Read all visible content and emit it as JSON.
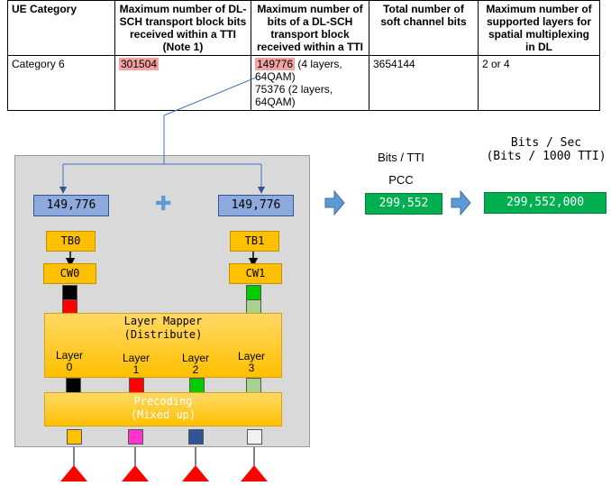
{
  "table": {
    "headers": [
      "UE Category",
      "Maximum number of DL-SCH transport block bits received within a TTI (Note 1)",
      "Maximum number of bits of a DL-SCH transport block received within a TTI",
      "Total number of soft channel bits",
      "Maximum number of supported layers for spatial multiplexing in DL"
    ],
    "row": {
      "category": "Category 6",
      "tb_bits_highlight": "301504",
      "max_bits_highlight": "149776",
      "max_bits_line1_rest": " (4 layers, 64QAM)",
      "max_bits_line2": "75376 (2 layers, 64QAM)",
      "soft_bits": "3654144",
      "layers": "2 or 4"
    }
  },
  "diagram": {
    "block_left": "149,776",
    "block_right": "149,776",
    "plus": "✚",
    "tb0": "TB0",
    "tb1": "TB1",
    "cw0": "CW0",
    "cw1": "CW1",
    "layer_mapper_line1": "Layer Mapper",
    "layer_mapper_line2": "(Distribute)",
    "layers": [
      {
        "label1": "Layer",
        "label2": "0",
        "color": "#000000"
      },
      {
        "label1": "Layer",
        "label2": "1",
        "color": "#ff0000"
      },
      {
        "label1": "Layer",
        "label2": "2",
        "color": "#00cc00"
      },
      {
        "label1": "Layer",
        "label2": "3",
        "color": "#a9d18e"
      }
    ],
    "cw0_colors": [
      "#000000",
      "#ff0000"
    ],
    "cw1_colors": [
      "#00cc00",
      "#a9d18e"
    ],
    "precoding_line1": "Precoding",
    "precoding_line2": "(Mixed up)",
    "output_colors": [
      "#ffc000",
      "#ff33cc",
      "#2f5597",
      "#f2f2f2"
    ],
    "antenna_color": "#ff0000"
  },
  "rates": {
    "bits_tti_label": "Bits / TTI",
    "pcc_label": "PCC",
    "pcc_value": "299,552",
    "bits_sec_label": "Bits / Sec",
    "bits_sec_sub": "(Bits / 1000 TTI)",
    "sec_value": "299,552,000",
    "arrow_color": "#5b9bd5"
  }
}
